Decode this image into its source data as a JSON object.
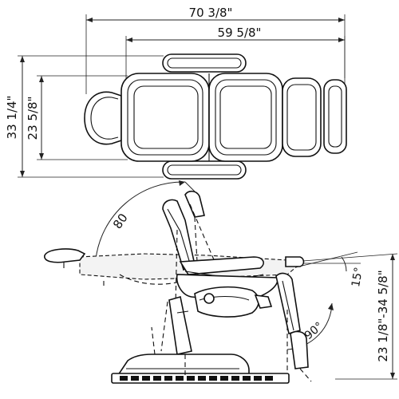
{
  "dimensions": {
    "overall_width": "70 3/8\"",
    "seat_width_between": "59 5/8\"",
    "overall_depth": "33 1/4\"",
    "seat_depth": "23 5/8\"",
    "height_range": "23 1/8\"-34 5/8\""
  },
  "angles": {
    "back_recline": "80",
    "tilt": "15°",
    "leg_rest": "90°"
  }
}
